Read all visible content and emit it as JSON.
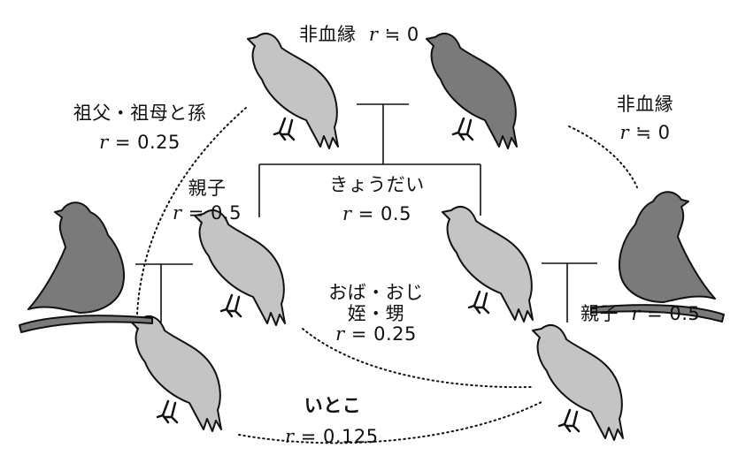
{
  "labels": {
    "top_nonblood": {
      "kanji": "非血縁",
      "rel": "≒ 0"
    },
    "right_nonblood": {
      "kanji": "非血縁",
      "rel": "≒ 0"
    },
    "grandparent": {
      "kanji": "祖父・祖母と孫",
      "rel": "= 0.25"
    },
    "parent_left": {
      "kanji": "親子",
      "rel": "= 0.5"
    },
    "siblings": {
      "kanji": "きょうだい",
      "rel": "= 0.5"
    },
    "aunt_uncle": {
      "line1": "おば・おじ",
      "line2": "姪・甥",
      "rel": "= 0.25"
    },
    "parent_right": {
      "kanji": "親子",
      "rel": "= 0.5"
    },
    "cousins": {
      "kanji": "いとこ",
      "rel": "= 0.125"
    },
    "r_symbol": "r"
  },
  "colors": {
    "dark_bird": "#7a7a7a",
    "light_bird": "#c4c4c4",
    "outline": "#111111"
  }
}
